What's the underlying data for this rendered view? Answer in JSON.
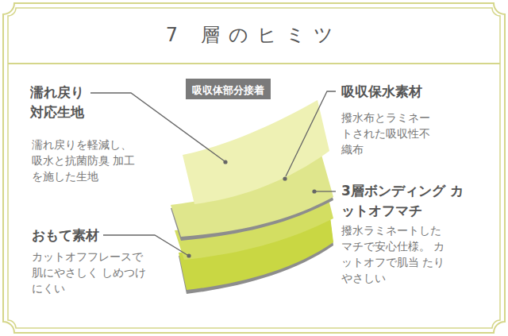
{
  "diagram": {
    "title": "7 層のヒミツ",
    "nodes": [
      {
        "text": [
          "吸収体部分接着"
        ]
      }
    ],
    "labels": [
      "濡れ戻り 対応生地",
      "濡れ戻りを軽減し、 吸水と抗菌防臭 加工を施した生地",
      "吸収保水素材",
      "撥水布とラミネー トされた吸収性不 織布",
      "3層ボンディング カットオフマチ",
      "撥水ラミネートした マチで安心仕様。 カットオフで肌当 たりやさしい",
      "おもて素材",
      "カットオフフレースで 肌にやさしく しめつけにくい"
    ]
  }
}
